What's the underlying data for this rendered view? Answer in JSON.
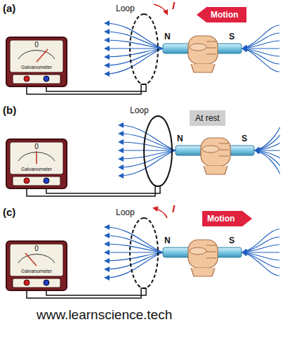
{
  "diagram": {
    "nodes": [
      {
        "text": [
          "0",
          "Galvanometer"
        ]
      },
      {
        "text": [
          "Motion"
        ]
      },
      {
        "text": [
          "0",
          "Galvanometer"
        ]
      },
      {
        "text": [
          "At rest"
        ]
      },
      {
        "text": [
          "0",
          "Galvanometer"
        ]
      },
      {
        "text": [
          "Motion"
        ]
      }
    ],
    "labels": [
      "(a)",
      "Loop",
      "I",
      "N",
      "S",
      "(b)",
      "Loop",
      "N",
      "S",
      "(c)",
      "Loop",
      "I",
      "N",
      "S",
      "www.learnscience.tech"
    ]
  }
}
